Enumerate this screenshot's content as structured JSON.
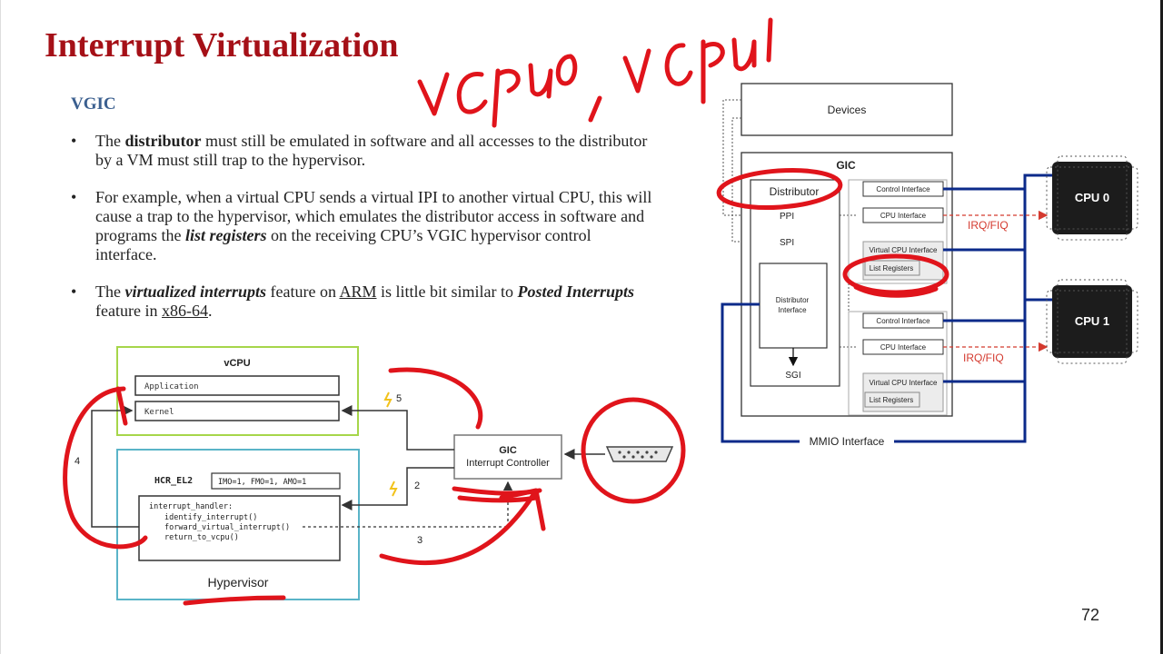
{
  "slide": {
    "title": "Interrupt Virtualization",
    "subheading": "VGIC",
    "page_number": "72"
  },
  "bullets": [
    {
      "parts": [
        {
          "text": "The ",
          "style": "normal"
        },
        {
          "text": "distributor",
          "style": "bold"
        },
        {
          "text": " must still be emulated in software and all accesses to the distributor by a VM must still trap to the hypervisor.",
          "style": "normal"
        }
      ]
    },
    {
      "parts": [
        {
          "text": "For example, when a virtual CPU sends a virtual IPI to another virtual CPU, this will cause a trap to the hypervisor, which emulates the distributor access in software and programs the ",
          "style": "normal"
        },
        {
          "text": "list registers",
          "style": "bold-italic"
        },
        {
          "text": " on the receiving CPU’s VGIC hypervisor control interface.",
          "style": "normal"
        }
      ]
    },
    {
      "parts": [
        {
          "text": "The ",
          "style": "normal"
        },
        {
          "text": "virtualized interrupts",
          "style": "bold-italic"
        },
        {
          "text": " feature on ",
          "style": "normal"
        },
        {
          "text": "ARM",
          "style": "underline"
        },
        {
          "text": " is little bit similar to ",
          "style": "normal"
        },
        {
          "text": "Posted Interrupts",
          "style": "bold-italic"
        },
        {
          "text": " feature in ",
          "style": "normal"
        },
        {
          "text": "x86-64",
          "style": "underline"
        },
        {
          "text": ".",
          "style": "normal"
        }
      ]
    }
  ],
  "left_diagram": {
    "vcpu_label": "vCPU",
    "application": "Application",
    "kernel": "Kernel",
    "hcr_label": "HCR_EL2",
    "hcr_value": "IMO=1, FMO=1, AMO=1",
    "code_lines": [
      "interrupt_handler:",
      "identify_interrupt()",
      "forward_virtual_interrupt()",
      "return_to_vcpu()"
    ],
    "hypervisor_label": "Hypervisor",
    "gic_title": "GIC",
    "gic_subtitle": "Interrupt Controller",
    "step_labels": [
      "2",
      "3",
      "4",
      "5"
    ],
    "colors": {
      "vcpu_border": "#a6d64a",
      "hyp_border": "#5ab4c8"
    }
  },
  "right_diagram": {
    "devices": "Devices",
    "gic": "GIC",
    "distributor": "Distributor",
    "ppi": "PPI",
    "spi": "SPI",
    "distributor_interface": [
      "Distributor",
      "Interface"
    ],
    "sgi": "SGI",
    "control_interface": "Control Interface",
    "cpu_interface": "CPU Interface",
    "virtual_cpu_interface": "Virtual CPU Interface",
    "list_registers": "List Registers",
    "irq_fiq": "IRQ/FIQ",
    "cpu0": "CPU 0",
    "cpu1": "CPU 1",
    "mmio": "MMIO Interface",
    "colors": {
      "bus": "#0b2a8a",
      "irq": "#d43a2f",
      "chip": "#1a1a1a"
    }
  },
  "handwriting": {
    "text": "vcpu 0, vcpu 1",
    "color": "#e0141b"
  }
}
